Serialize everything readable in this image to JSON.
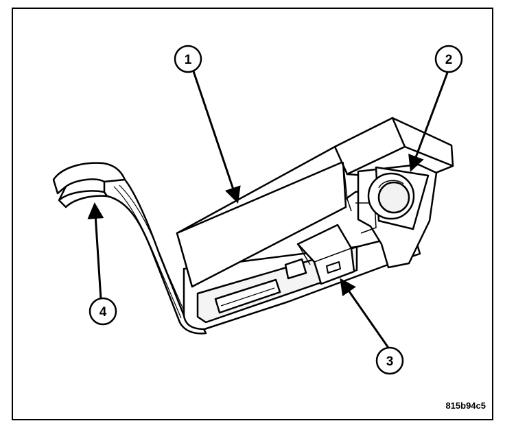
{
  "callouts": [
    "1",
    "2",
    "3",
    "4"
  ],
  "reference_code": "815b94c5",
  "colors": {
    "line": "#000000",
    "fill": "#ffffff",
    "shade": "#e8e8e8"
  }
}
